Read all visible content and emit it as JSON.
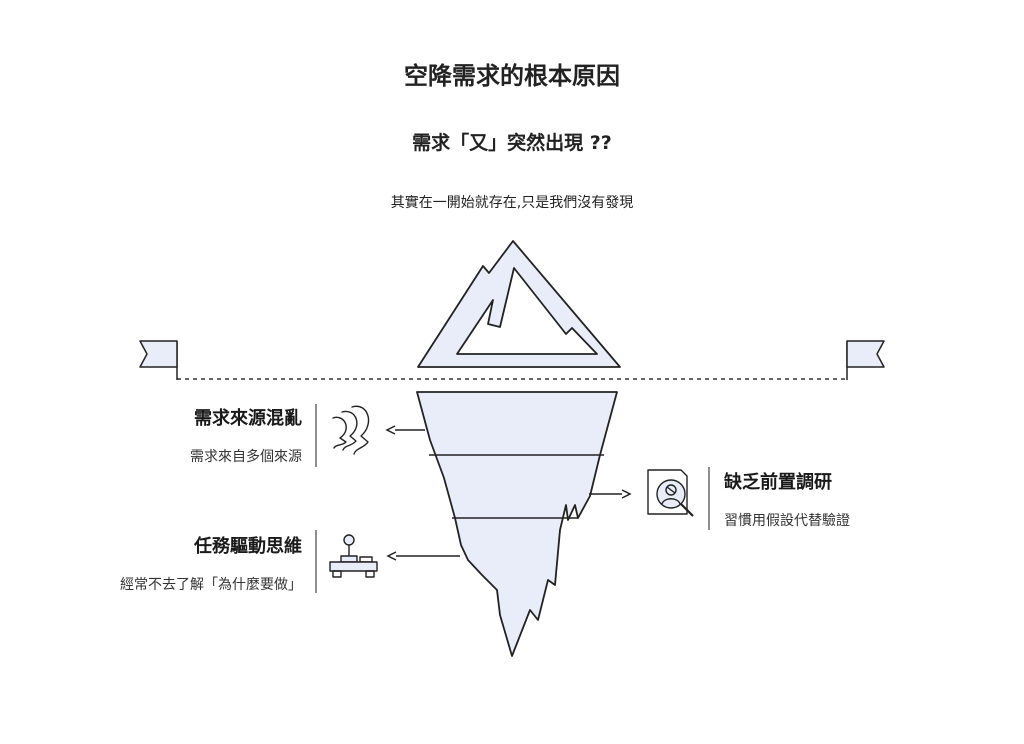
{
  "title": "空降需求的根本原因",
  "subtitle": "需求「又」突然出現 ??",
  "caption": "其實在一開始就存在,只是我們沒有發現",
  "labels": {
    "source_chaos": {
      "title": "需求來源混亂",
      "desc": "需求來自多個來源",
      "icon": "sound-waves-icon"
    },
    "task_driven": {
      "title": "任務驅動思維",
      "desc": "經常不去了解「為什麼要做」",
      "icon": "joystick-icon"
    },
    "no_research": {
      "title": "缺乏前置調研",
      "desc": "習慣用假設代替驗證",
      "icon": "magnifier-user-icon"
    }
  },
  "colors": {
    "ice_fill": "#e8edf9",
    "stroke": "#1e1e1e",
    "text": "#1a1a1a"
  }
}
